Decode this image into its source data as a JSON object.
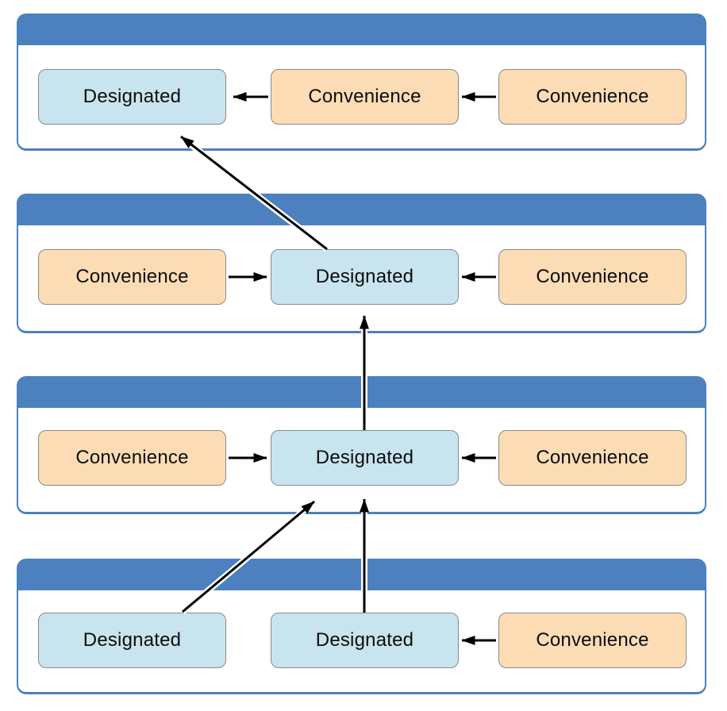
{
  "diagram": {
    "kind": "tiered-hierarchy-diagram",
    "colors": {
      "panel_header": "#4c80be",
      "panel_border": "#4c80be",
      "designated_fill": "#c8e4ee",
      "convenience_fill": "#fbdcb5",
      "node_border": "#8a8a8a",
      "arrow": "#000000",
      "background": "#ffffff"
    },
    "panels": [
      {
        "name": "tier-1",
        "nodes": [
          {
            "type": "designated",
            "label": "Designated"
          },
          {
            "type": "convenience",
            "label": "Convenience"
          },
          {
            "type": "convenience",
            "label": "Convenience"
          }
        ]
      },
      {
        "name": "tier-2",
        "nodes": [
          {
            "type": "convenience",
            "label": "Convenience"
          },
          {
            "type": "designated",
            "label": "Designated"
          },
          {
            "type": "convenience",
            "label": "Convenience"
          }
        ]
      },
      {
        "name": "tier-3",
        "nodes": [
          {
            "type": "convenience",
            "label": "Convenience"
          },
          {
            "type": "designated",
            "label": "Designated"
          },
          {
            "type": "convenience",
            "label": "Convenience"
          }
        ]
      },
      {
        "name": "tier-4",
        "nodes": [
          {
            "type": "designated",
            "label": "Designated"
          },
          {
            "type": "designated",
            "label": "Designated"
          },
          {
            "type": "convenience",
            "label": "Convenience"
          }
        ]
      }
    ],
    "arrows": {
      "within_tier": [
        {
          "tier": 1,
          "from": "middle-convenience",
          "to": "left-designated",
          "direction": "left"
        },
        {
          "tier": 1,
          "from": "right-convenience",
          "to": "middle-convenience",
          "direction": "left"
        },
        {
          "tier": 2,
          "from": "left-convenience",
          "to": "middle-designated",
          "direction": "right"
        },
        {
          "tier": 2,
          "from": "right-convenience",
          "to": "middle-designated",
          "direction": "left"
        },
        {
          "tier": 3,
          "from": "left-convenience",
          "to": "middle-designated",
          "direction": "right"
        },
        {
          "tier": 3,
          "from": "right-convenience",
          "to": "middle-designated",
          "direction": "left"
        },
        {
          "tier": 4,
          "from": "right-convenience",
          "to": "middle-designated",
          "direction": "left"
        }
      ],
      "between_tiers": [
        {
          "from": "tier-2-middle-designated",
          "to": "tier-1-left-designated"
        },
        {
          "from": "tier-3-middle-designated",
          "to": "tier-2-middle-designated"
        },
        {
          "from": "tier-4-left-designated",
          "to": "tier-3-middle-designated"
        },
        {
          "from": "tier-4-middle-designated",
          "to": "tier-3-middle-designated"
        }
      ]
    }
  }
}
